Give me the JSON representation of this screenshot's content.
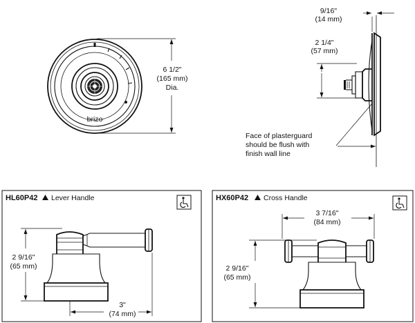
{
  "top": {
    "front_view": {
      "diameter_in": "6 1/2\"",
      "diameter_mm": "(165 mm)",
      "diameter_suffix": "Dia.",
      "brand_mark": "brizo"
    },
    "side_view": {
      "depth_in": "9/16\"",
      "depth_mm": "(14 mm)",
      "height_in": "2 1/4\"",
      "height_mm": "(57 mm)",
      "note_line1": "Face of plasterguard",
      "note_line2": "should be flush with",
      "note_line3": "finish wall line"
    }
  },
  "panels": [
    {
      "model": "HL60P42",
      "handle": "Lever Handle",
      "height_in": "2 9/16\"",
      "height_mm": "(65 mm)",
      "width_in": "3\"",
      "width_mm": "(74 mm)"
    },
    {
      "model": "HX60P42",
      "handle": "Cross Handle",
      "height_in": "2 9/16\"",
      "height_mm": "(65 mm)",
      "width_in": "3 7/16\"",
      "width_mm": "(84 mm)"
    }
  ],
  "icons": [
    "triangle-marker-icon",
    "accessibility-icon"
  ]
}
